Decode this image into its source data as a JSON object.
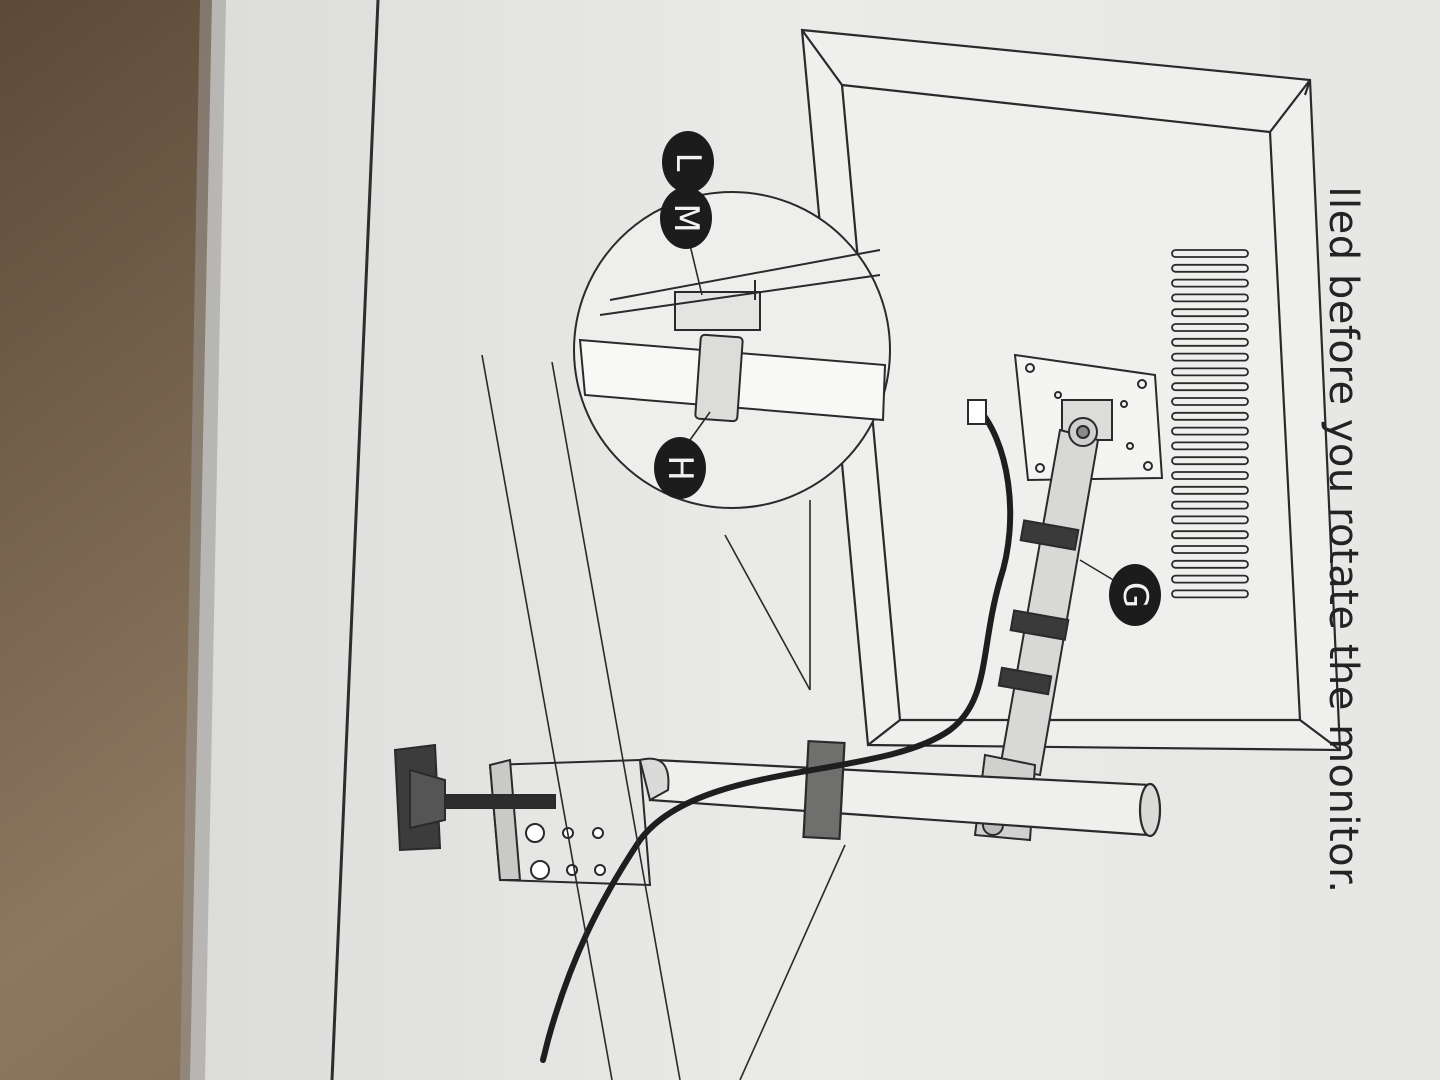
{
  "instruction": {
    "text": "lled before you rotate the monitor."
  },
  "callouts": {
    "L": "L",
    "M": "M",
    "H": "H",
    "G": "G"
  },
  "colors": {
    "paper": "#e9e9e7",
    "ink": "#2a2a2a",
    "tabletop": "#7a6650",
    "label_fill": "#1c1c1c",
    "label_text": "#f2f2f2"
  }
}
